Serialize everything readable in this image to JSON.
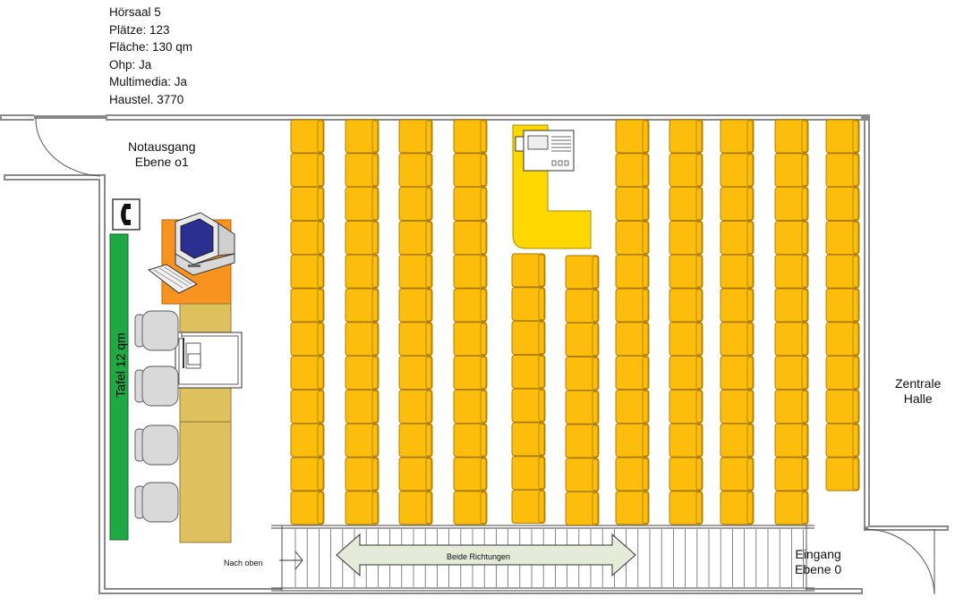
{
  "room_info": [
    "Hörsaal 5",
    "Plätze: 123",
    "Fläche: 130 qm",
    "Ohp: Ja",
    "Multimedia: Ja",
    "Haustel. 3770"
  ],
  "labels": {
    "notausgang_line1": "Notausgang",
    "notausgang_line2": "Ebene o1",
    "tafel": "Tafel 12 qm",
    "zentrale_line1": "Zentrale",
    "zentrale_line2": "Halle",
    "eingang_line1": "Eingang",
    "eingang_line2": "Ebene 0",
    "nach_oben": "Nach oben",
    "beide_richtungen": "Beide Richtungen"
  },
  "colors": {
    "seat": "#FDBD0C",
    "seat_border": "#A87800",
    "wall": "#8a8a8a",
    "board": "#1FA843",
    "desk_orange": "#F7931E",
    "lectern": "#DEC15E",
    "podium": "#FFD700",
    "arrow_fill": "#E5EAD9",
    "chair_grey": "#D9D9D9"
  },
  "icons": [
    "phone-icon",
    "computer-icon",
    "overhead-projector-icon",
    "video-projector-icon"
  ]
}
